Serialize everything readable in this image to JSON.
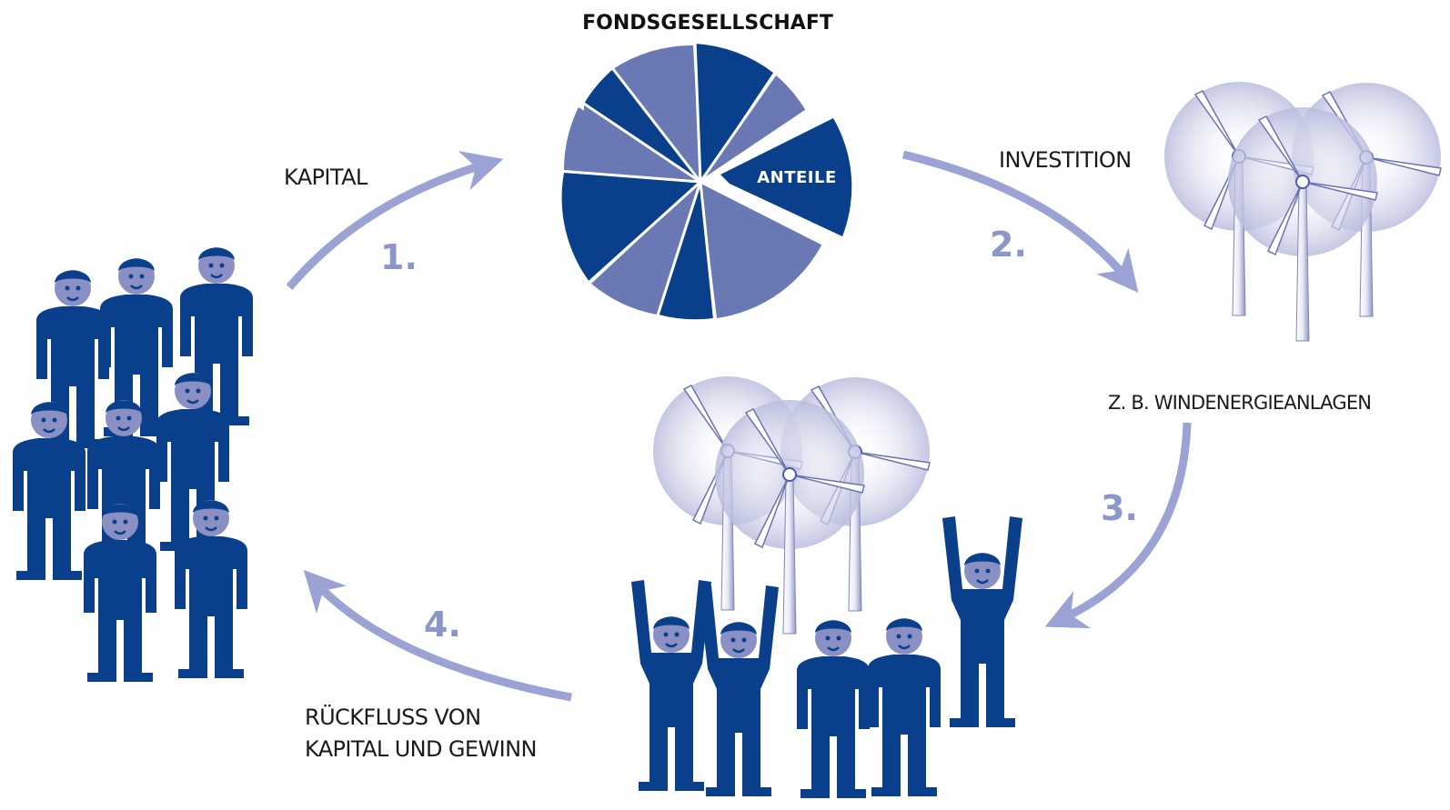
{
  "title": "FONDSGESELLSCHAFT",
  "pie_label": "ANTEILE",
  "steps": {
    "s1": "1.",
    "s2": "2.",
    "s3": "3.",
    "s4": "4."
  },
  "labels": {
    "kapital": "KAPITAL",
    "investition": "INVESTITION",
    "windenergie": "Z. B. WINDENERGIEANLAGEN",
    "rueckfluss_line1": "RÜCKFLUSS VON",
    "rueckfluss_line2": "KAPITAL UND GEWINN"
  },
  "colors": {
    "dark_blue": "#0a3f8c",
    "mid_blue": "#6a78b4",
    "arrow": "#9aa3d3",
    "step_number": "#8d96c9",
    "head": "#8a8fc4",
    "turbine_disc": "#c4c7e3"
  },
  "icons": {
    "people": "person-icon",
    "turbine": "wind-turbine-icon",
    "arrow": "curved-arrow-icon"
  }
}
